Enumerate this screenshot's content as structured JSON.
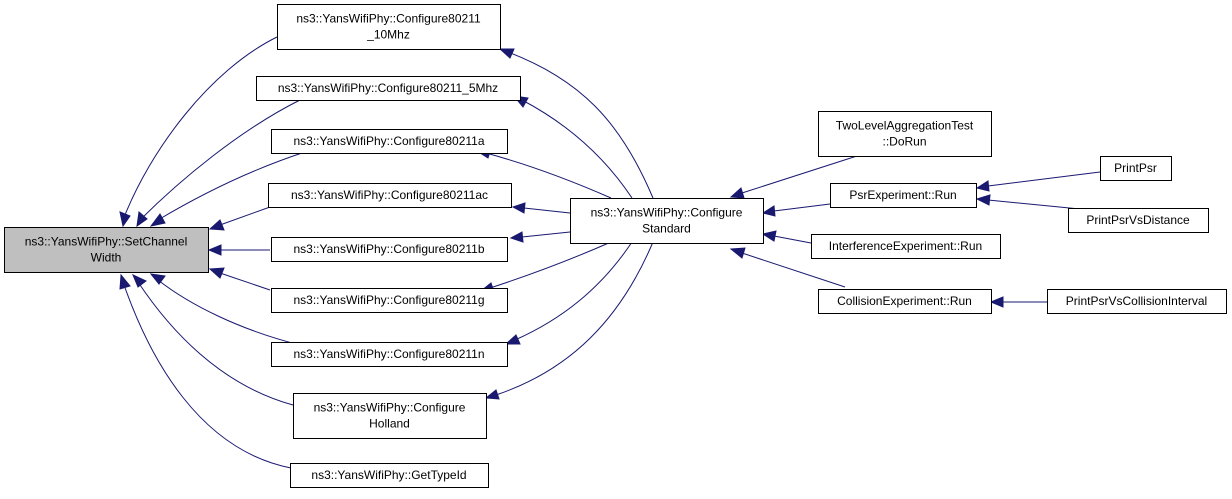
{
  "colors": {
    "edge": "#191970",
    "root_fill": "#bfbfbf",
    "node_fill": "#ffffff",
    "border": "#000000"
  },
  "nodes": {
    "set_channel_width": [
      "ns3::YansWifiPhy::SetChannel",
      "Width"
    ],
    "cfg_10mhz": [
      "ns3::YansWifiPhy::Configure80211",
      "_10Mhz"
    ],
    "cfg_5mhz": [
      "ns3::YansWifiPhy::Configure80211_5Mhz"
    ],
    "cfg_a": [
      "ns3::YansWifiPhy::Configure80211a"
    ],
    "cfg_ac": [
      "ns3::YansWifiPhy::Configure80211ac"
    ],
    "cfg_b": [
      "ns3::YansWifiPhy::Configure80211b"
    ],
    "cfg_g": [
      "ns3::YansWifiPhy::Configure80211g"
    ],
    "cfg_n": [
      "ns3::YansWifiPhy::Configure80211n"
    ],
    "cfg_holland": [
      "ns3::YansWifiPhy::Configure",
      "Holland"
    ],
    "get_type_id": [
      "ns3::YansWifiPhy::GetTypeId"
    ],
    "cfg_standard": [
      "ns3::YansWifiPhy::Configure",
      "Standard"
    ],
    "two_level": [
      "TwoLevelAggregationTest",
      "::DoRun"
    ],
    "psr_run": [
      "PsrExperiment::Run"
    ],
    "interference_run": [
      "InterferenceExperiment::Run"
    ],
    "collision_run": [
      "CollisionExperiment::Run"
    ],
    "print_psr": [
      "PrintPsr"
    ],
    "print_psr_distance": [
      "PrintPsrVsDistance"
    ],
    "print_psr_collision": [
      "PrintPsrVsCollisionInterval"
    ]
  }
}
